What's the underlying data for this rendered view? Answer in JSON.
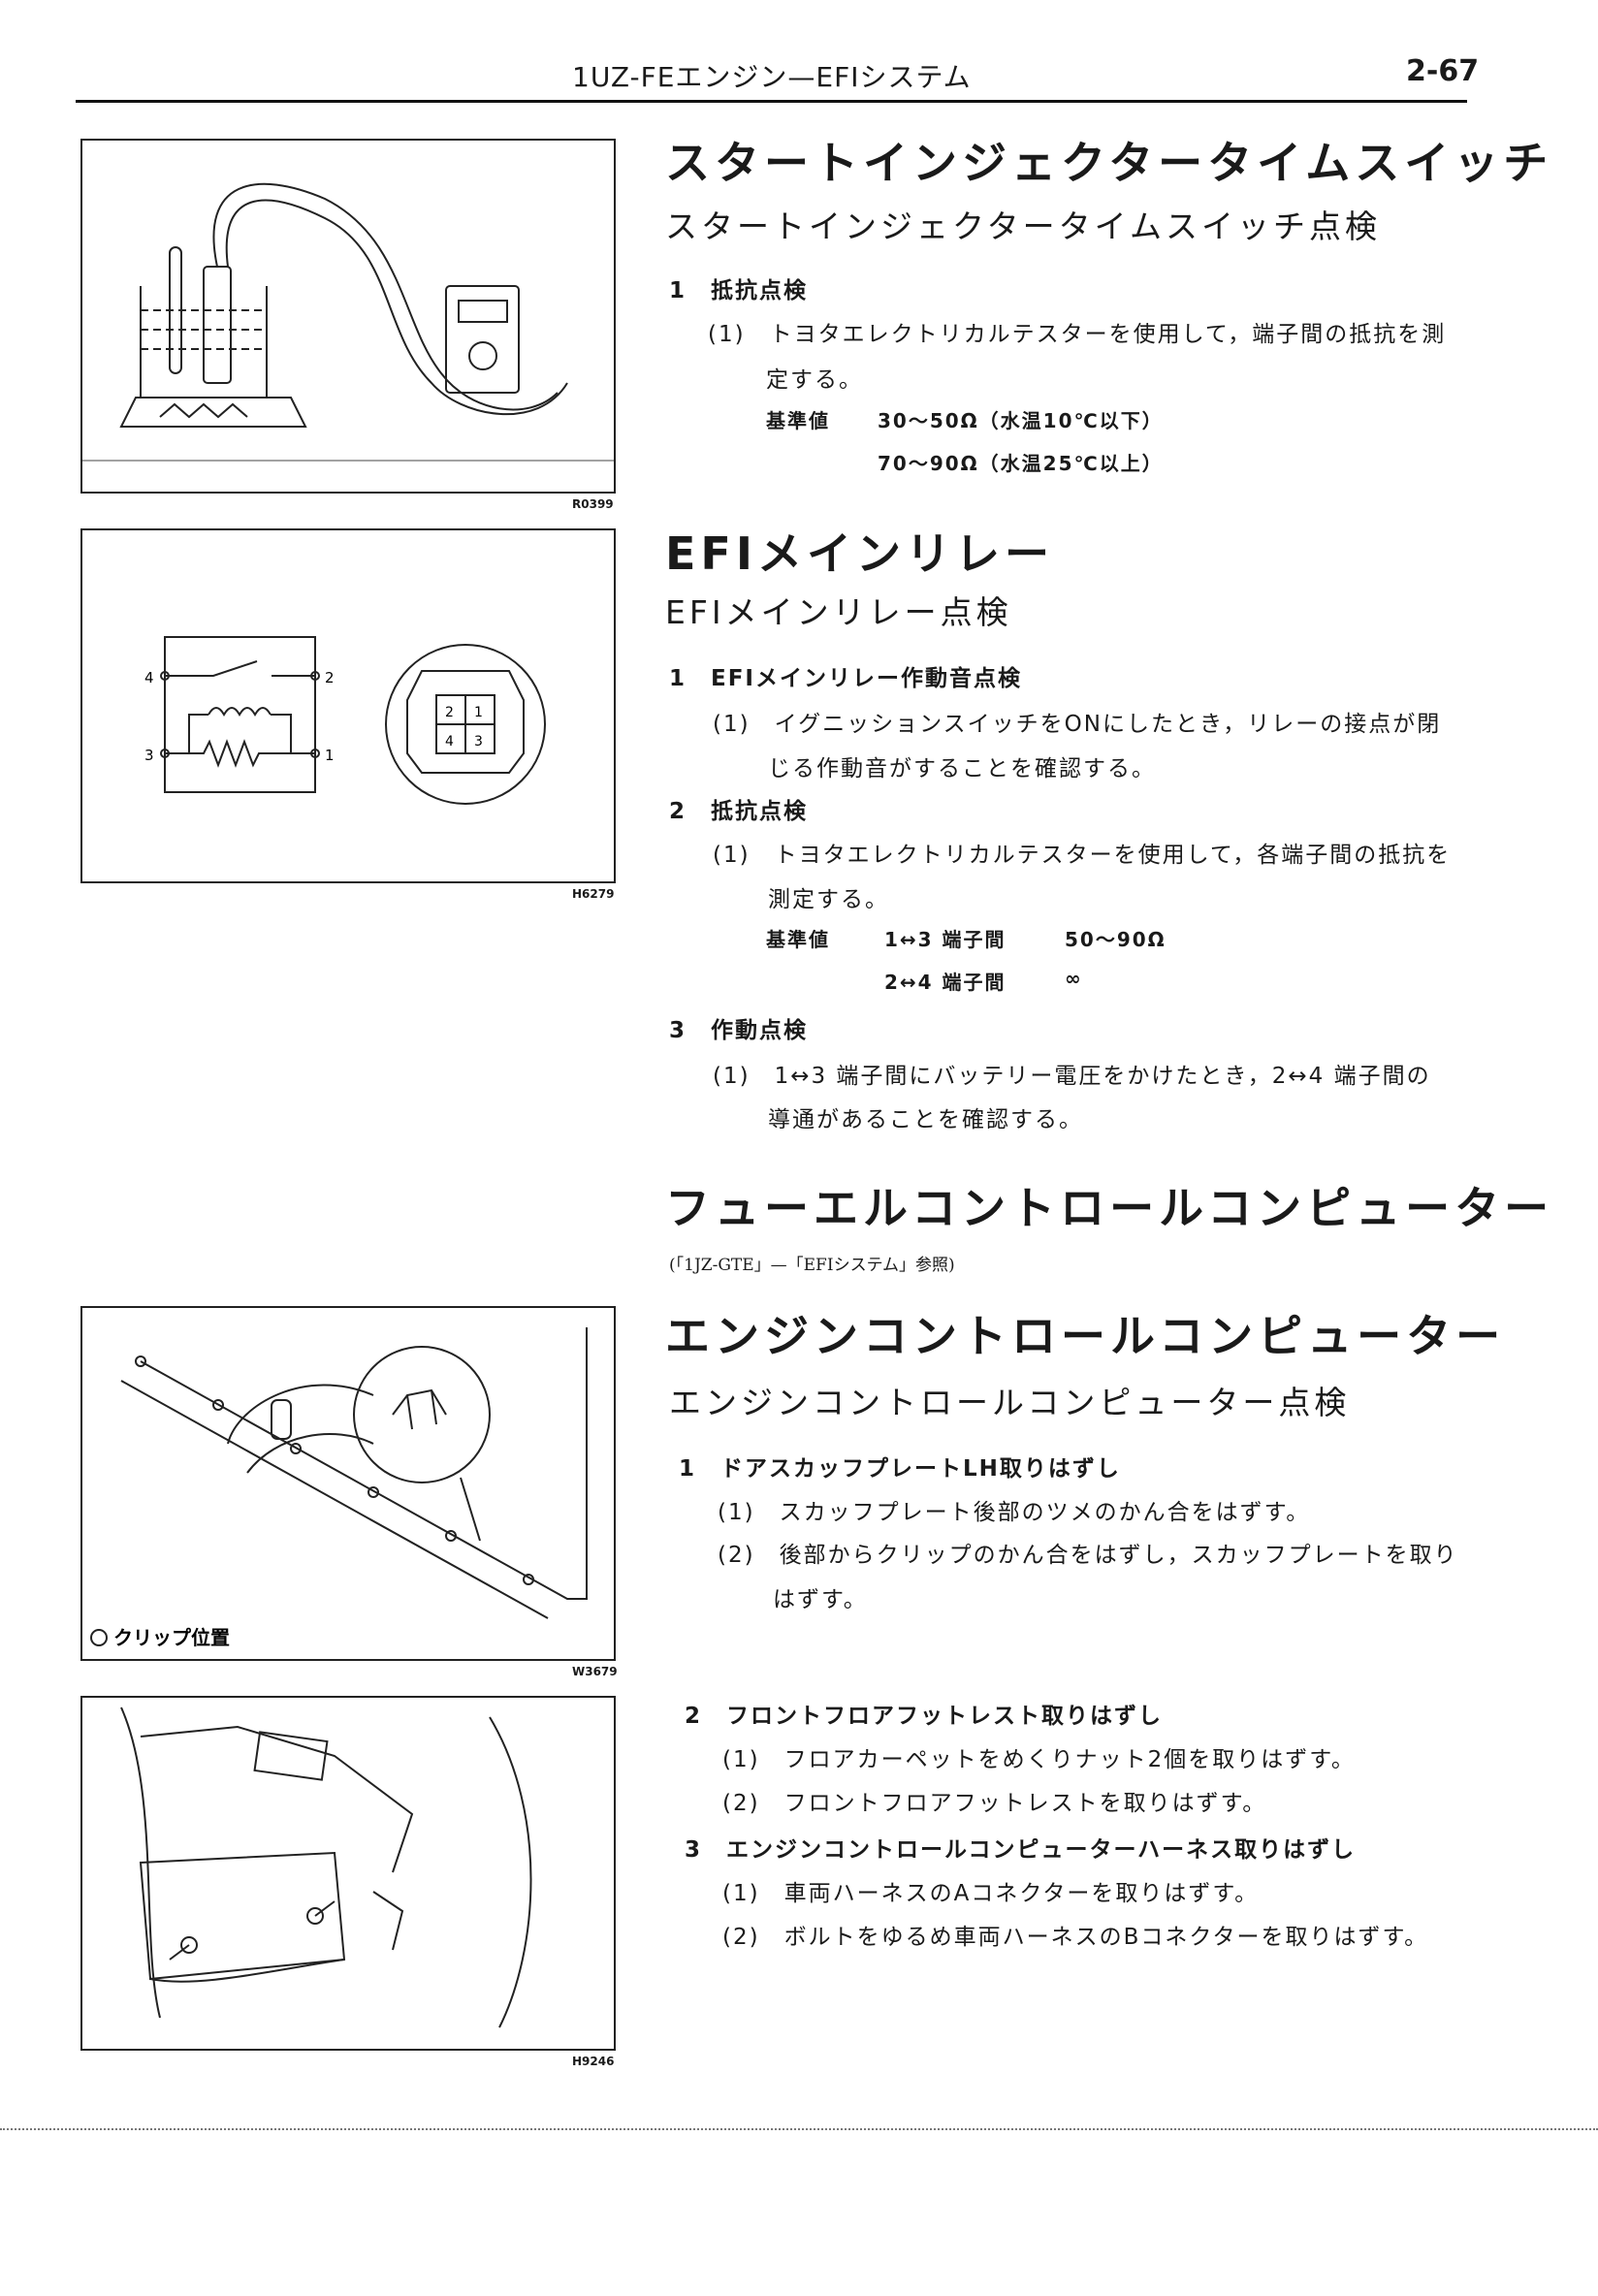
{
  "header": {
    "title": "1UZ-FEエンジン—EFIシステム",
    "page": "2-67"
  },
  "figures": {
    "f1": {
      "code": "R0399"
    },
    "f2": {
      "code": "H6279",
      "pins": [
        "4",
        "2",
        "3",
        "1"
      ],
      "connector": [
        "2",
        "1",
        "4",
        "3"
      ]
    },
    "f3": {
      "code": "W3679",
      "legend": "クリップ位置"
    },
    "f4": {
      "code": "H9246"
    }
  },
  "s1": {
    "title": "スタートインジェクタータイムスイッチ",
    "sub": "スタートインジェクタータイムスイッチ点検",
    "step1": "1　抵抗点検",
    "p1a": "(1)　トヨタエレクトリカルテスターを使用して，端子間の抵抗を測",
    "p1b": "定する。",
    "spec_label": "基準値",
    "spec1": "30～50Ω（水温10℃以下）",
    "spec2": "70～90Ω（水温25℃以上）"
  },
  "s2": {
    "title": "EFIメインリレー",
    "sub": "EFIメインリレー点検",
    "step1": "1　EFIメインリレー作動音点検",
    "p1a": "(1)　イグニッションスイッチをONにしたとき，リレーの接点が閉",
    "p1b": "じる作動音がすることを確認する。",
    "step2": "2　抵抗点検",
    "p2a": "(1)　トヨタエレクトリカルテスターを使用して，各端子間の抵抗を",
    "p2b": "測定する。",
    "spec_label": "基準値",
    "spec1_term": "1↔3 端子間",
    "spec1_val": "50～90Ω",
    "spec2_term": "2↔4 端子間",
    "spec2_val": "∞",
    "step3": "3　作動点検",
    "p3a": "(1)　1↔3 端子間にバッテリー電圧をかけたとき，2↔4 端子間の",
    "p3b": "導通があることを確認する。"
  },
  "s3": {
    "title": "フューエルコントロールコンピューター",
    "ref": "(「1JZ-GTE」—「EFIシステム」参照)"
  },
  "s4": {
    "title": "エンジンコントロールコンピューター",
    "sub": "エンジンコントロールコンピューター点検",
    "step1": "1　ドアスカッフプレートLH取りはずし",
    "p1": "(1)　スカッフプレート後部のツメのかん合をはずす。",
    "p2a": "(2)　後部からクリップのかん合をはずし，スカッフプレートを取り",
    "p2b": "はずす。",
    "step2": "2　フロントフロアフットレスト取りはずし",
    "p3": "(1)　フロアカーペットをめくりナット2個を取りはずす。",
    "p4": "(2)　フロントフロアフットレストを取りはずす。",
    "step3": "3　エンジンコントロールコンピューターハーネス取りはずし",
    "p5": "(1)　車両ハーネスのAコネクターを取りはずす。",
    "p6": "(2)　ボルトをゆるめ車両ハーネスのBコネクターを取りはずす。"
  }
}
